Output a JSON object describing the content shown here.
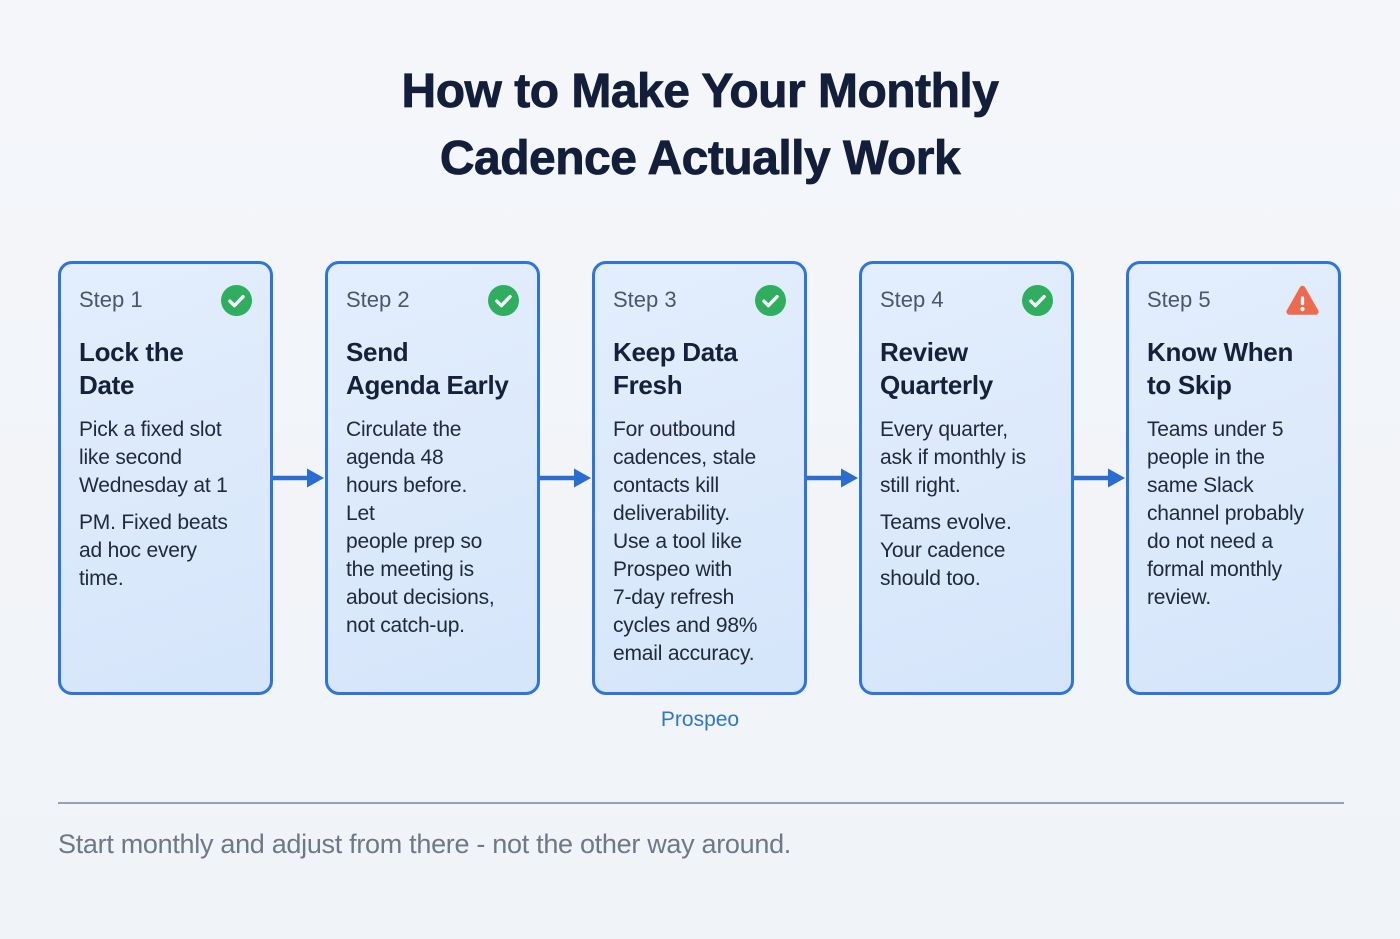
{
  "header": {
    "title": "How to Make Your Monthly\nCadence Actually Work"
  },
  "steps": [
    {
      "step_label": "Step 1",
      "status_icon": "check-circle",
      "status_color": "#2fae5f",
      "title": "Lock the\nDate",
      "paragraphs": [
        "Pick a fixed slot\nlike second\nWednesday at 1",
        "PM. Fixed beats\nad hoc every\ntime."
      ]
    },
    {
      "step_label": "Step 2",
      "status_icon": "check-circle",
      "status_color": "#2fae5f",
      "title": "Send\nAgenda Early",
      "paragraphs": [
        "Circulate the\nagenda 48\nhours before.\nLet\npeople prep so\nthe meeting is\nabout decisions,\nnot catch-up."
      ]
    },
    {
      "step_label": "Step 3",
      "status_icon": "check-circle",
      "status_color": "#2fae5f",
      "title": "Keep Data\nFresh",
      "paragraphs": [
        "For outbound\ncadences, stale\ncontacts kill\ndeliverability.\nUse a tool like\nProspeo with\n7-day refresh\ncycles and 98%\nemail accuracy."
      ]
    },
    {
      "step_label": "Step 4",
      "status_icon": "check-circle",
      "status_color": "#2fae5f",
      "title": "Review\nQuarterly",
      "paragraphs": [
        "Every quarter,\nask if monthly is\nstill right.",
        "Teams evolve.\nYour cadence\nshould too."
      ]
    },
    {
      "step_label": "Step 5",
      "status_icon": "warning-triangle",
      "status_color": "#ed6a4f",
      "title": "Know When\nto Skip",
      "paragraphs": [
        "Teams under 5\npeople in the\nsame Slack\nchannel probably\ndo not need a\nformal monthly\nreview."
      ]
    }
  ],
  "link": {
    "label": "Prospeo",
    "color": "#2d77c8"
  },
  "footer": {
    "note": "Start monthly and adjust from there - not the other way around."
  },
  "colors": {
    "background": "#f2f4f8",
    "card_fill": "#d9e7fa",
    "card_border": "#2e74dd",
    "arrow_blue": "#2a6cd0",
    "title_navy": "#131f3a",
    "step_gray": "#4b566b",
    "body_text": "#212a38",
    "check_green": "#2fae5f",
    "warning_orange": "#ed6a4f",
    "link_blue": "#2d77c8",
    "divider_gray": "#99a1ae",
    "footer_gray": "#6f7886"
  }
}
